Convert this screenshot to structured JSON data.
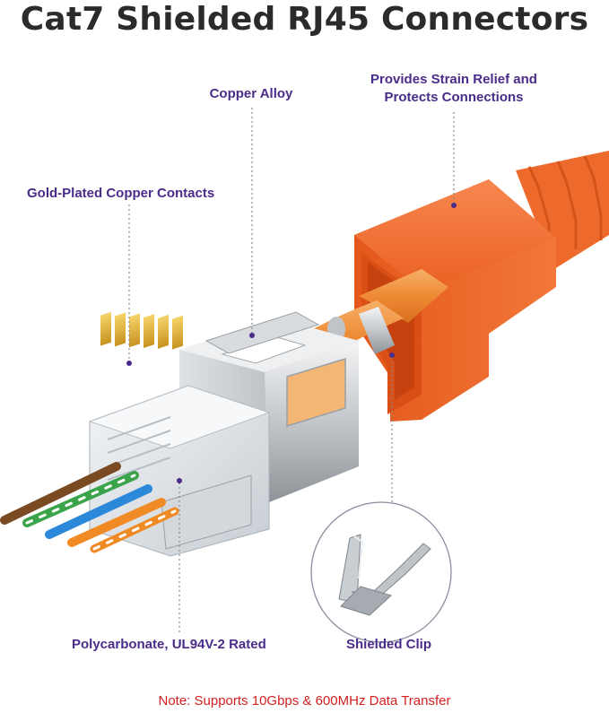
{
  "title": "Cat7 Shielded RJ45 Connectors",
  "callouts": {
    "copper_alloy": "Copper Alloy",
    "strain_relief_line1": "Provides Strain Relief and",
    "strain_relief_line2": "Protects Connections",
    "gold_contacts": "Gold-Plated Copper Contacts",
    "polycarbonate": "Polycarbonate, UL94V-2 Rated",
    "shielded_clip": "Shielded Clip"
  },
  "note": "Note: Supports 10Gbps & 600MHz Data Transfer",
  "colors": {
    "title": "#2b2b2b",
    "callout_text": "#4a2c8a",
    "note": "#d31f1f",
    "boot": "#f06a2e",
    "cable": "#f0933a",
    "shield": "#c9cdd1",
    "gold": "#e0b43a"
  },
  "wires": [
    "brown",
    "green",
    "blue",
    "orange"
  ]
}
